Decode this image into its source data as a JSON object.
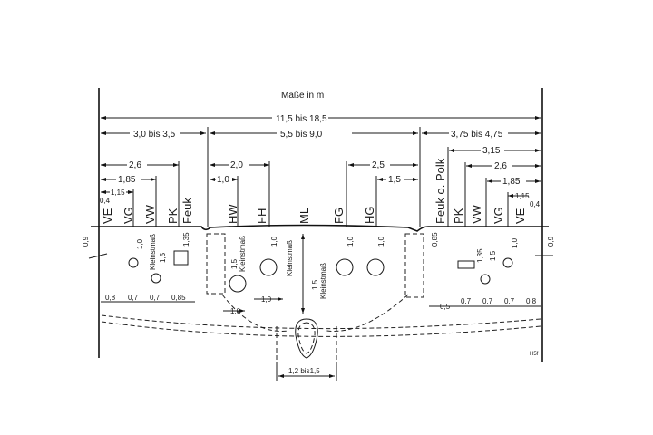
{
  "title": "Maße in m",
  "signature": "H5f",
  "top_dims": {
    "total": "11,5 bis 18,5",
    "left_zone": "3,0 bis 3,5",
    "middle_zone": "5,5 bis  9,0",
    "right_zone": "3,75 bis 4,75",
    "l_2_6": "2,6",
    "l_1_85": "1,85",
    "l_1_15": "1,15",
    "l_0_4": "0,4",
    "m_2_0": "2,0",
    "m_1_0": "1,0",
    "m_2_5": "2,5",
    "m_1_5": "1,5",
    "r_3_15": "3,15",
    "r_2_6": "2,6",
    "r_1_85": "1,85",
    "r_1_15": "1,15",
    "r_0_4": "0,4"
  },
  "utilities_left": [
    "VE",
    "VG",
    "VW",
    "PK",
    "Feuk"
  ],
  "utilities_middle": [
    "HW",
    "FH",
    "ML",
    "FG",
    "HG"
  ],
  "utilities_right": [
    "Feuk o. Polk",
    "PK",
    "VW",
    "VG",
    "VE"
  ],
  "depths": {
    "curb_left": "0,9",
    "curb_right": "0,9",
    "vg_left": "1,0",
    "vw_left": "1,5",
    "pk_left": "1,35",
    "hw": "1,5",
    "fh": "1,0",
    "ml": "1,5",
    "fg": "1,0",
    "hg": "1,0",
    "feuk_right": "0,85",
    "pk_right": "1,35",
    "vw_right": "1,5",
    "vg_right": "1,0",
    "min_label": "Kleinstmaß"
  },
  "bottom_dims_left": [
    "0,8",
    "0,7",
    "0,7",
    "0,85"
  ],
  "bottom_dims_right": [
    "0,5",
    "0,7",
    "0,7",
    "0,7",
    "0,8"
  ],
  "spacing": {
    "hw": "1,0",
    "fh": "1,0"
  },
  "sewer_width": "1,2 bis1,5"
}
